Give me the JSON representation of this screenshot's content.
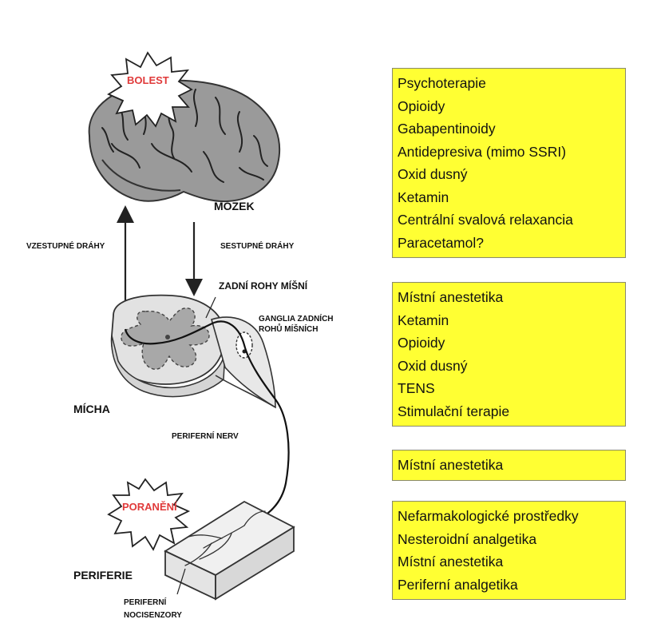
{
  "labels": {
    "bolest": "BOLEST",
    "mozek": "MOZEK",
    "vzestupne": "VZESTUPNÉ DRÁHY",
    "sestupne": "SESTUPNÉ DRÁHY",
    "zadni_rohy": "ZADNÍ ROHY MÍŠNÍ",
    "ganglia_line1": "GANGLIA ZADNÍCH",
    "ganglia_line2": "ROHŮ MÍŠNÍCH",
    "micha": "MÍCHA",
    "periferni_nerv": "PERIFERNÍ NERV",
    "poraneni": "PORANĚNÍ",
    "periferie": "PERIFERIE",
    "nociceptors_line1": "PERIFERNÍ",
    "nociceptors_line2": "NOCISENZORY"
  },
  "boxes": {
    "brain": [
      "Psychoterapie",
      "Opioidy",
      "Gabapentinoidy",
      "Antidepresiva (mimo SSRI)",
      "Oxid dusný",
      "Ketamin",
      "Centrální svalová relaxancia",
      "Paracetamol?"
    ],
    "spinal": [
      "Místní anestetika",
      "Ketamin",
      "Opioidy",
      "Oxid dusný",
      "TENS",
      "Stimulační terapie"
    ],
    "nerve": [
      "Místní anestetika"
    ],
    "periphery": [
      "Nefarmakologické prostředky",
      "Nesteroidní analgetika",
      "Místní anestetika",
      "Periferní analgetika"
    ]
  },
  "colors": {
    "box_fill": "#ffff33",
    "burst_text": "#e03a3a",
    "brain_fill": "#9a9a9a",
    "cord_fill": "#e2e2e2",
    "grey_matter": "#a8a8a8"
  }
}
